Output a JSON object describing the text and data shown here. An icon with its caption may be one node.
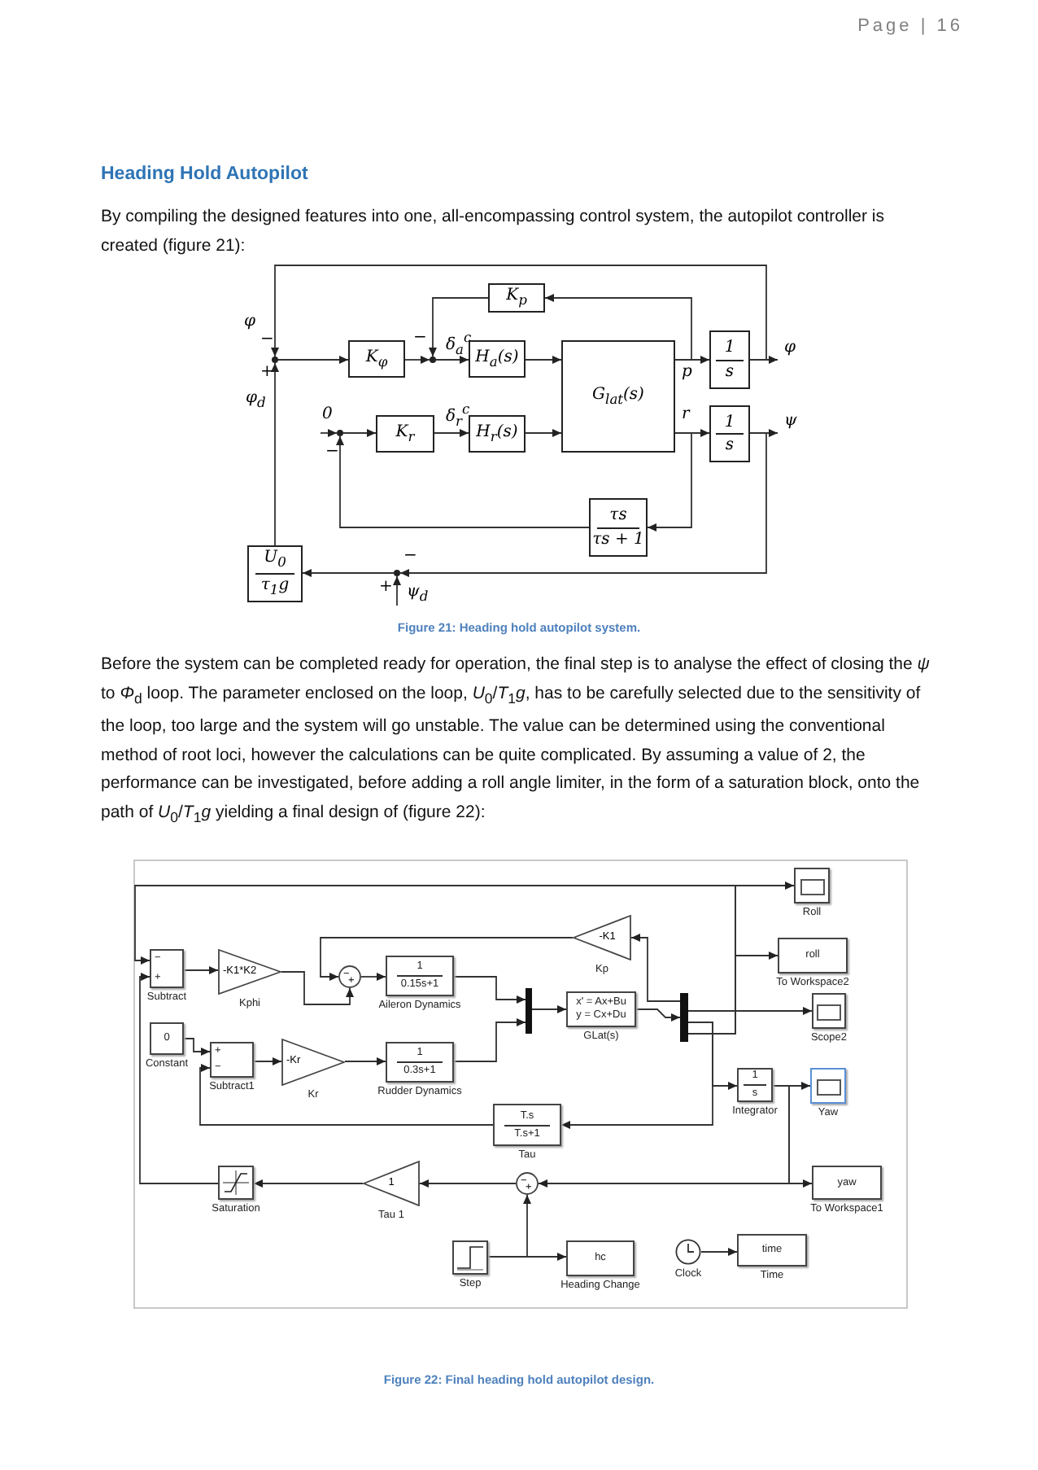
{
  "diagram": {
    "title": "Heading Hold Autopilot",
    "nodes": [
      {
        "text": [
          "K$_{p}$"
        ]
      },
      {
        "text": [],
        "shape": "dot"
      },
      {
        "text": [
          "K$_{φ}$"
        ]
      },
      {
        "text": [],
        "shape": "dot"
      },
      {
        "text": [
          "H$_{a}$(s)"
        ]
      },
      {
        "text": [
          "G$_{lat}$(s)"
        ]
      },
      {
        "text": [
          "1",
          "s"
        ]
      },
      {
        "text": [],
        "shape": "dot"
      },
      {
        "text": [
          "K$_{r}$"
        ]
      },
      {
        "text": [
          "H$_{r}$(s)"
        ]
      },
      {
        "text": [
          "1",
          "s"
        ]
      },
      {
        "text": [
          "τs",
          "τs + 1"
        ]
      },
      {
        "text": [
          "U$_{0}$",
          "τ$_{1}$g"
        ]
      },
      {
        "text": [],
        "shape": "dot"
      },
      {
        "text": [
          "−",
          "+"
        ],
        "beside": [
          "Subtract"
        ]
      },
      {
        "text": [
          "-K1*K2"
        ],
        "beside": [
          "Kphi"
        ]
      },
      {
        "text": [
          "−",
          "+"
        ]
      },
      {
        "text": [
          "1",
          "0.15s+1"
        ],
        "beside": [
          "Aileron Dynamics"
        ]
      },
      {
        "text": [
          "-K1"
        ],
        "beside": [
          "Kp"
        ]
      },
      {
        "text": [],
        "shape": "bar"
      },
      {
        "text": [
          "x' = Ax+Bu",
          "y = Cx+Du"
        ],
        "beside": [
          "GLat(s)"
        ]
      },
      {
        "text": [],
        "shape": "bar"
      },
      {
        "text": [],
        "shape": "scope",
        "beside": [
          "Roll"
        ]
      },
      {
        "text": [
          "roll"
        ],
        "beside": [
          "To Workspace2"
        ]
      },
      {
        "text": [],
        "shape": "scope",
        "beside": [
          "Scope2"
        ]
      },
      {
        "text": [
          "0"
        ],
        "beside": [
          "Constant"
        ]
      },
      {
        "text": [
          "+",
          "−"
        ],
        "beside": [
          "Subtract1"
        ]
      },
      {
        "text": [
          "-Kr"
        ],
        "beside": [
          "Kr"
        ]
      },
      {
        "text": [
          "1",
          "0.3s+1"
        ],
        "beside": [
          "Rudder Dynamics"
        ]
      },
      {
        "text": [
          "1",
          "s"
        ],
        "beside": [
          "Integrator"
        ]
      },
      {
        "text": [],
        "shape": "scope",
        "beside": [
          "Yaw"
        ]
      },
      {
        "text": [
          "T.s",
          "T.s+1"
        ],
        "beside": [
          "Tau"
        ]
      },
      {
        "text": [],
        "shape": "box",
        "beside": [
          "Saturation"
        ]
      },
      {
        "text": [
          "1"
        ],
        "beside": [
          "Tau 1"
        ]
      },
      {
        "text": [
          "−",
          "+"
        ]
      },
      {
        "text": [
          "yaw"
        ],
        "beside": [
          "To Workspace1"
        ]
      },
      {
        "text": [],
        "shape": "box",
        "beside": [
          "Step"
        ]
      },
      {
        "text": [
          "hc"
        ],
        "beside": [
          "Heading Change"
        ]
      },
      {
        "text": [],
        "shape": "circle",
        "beside": [
          "Clock"
        ]
      },
      {
        "text": [
          "time"
        ],
        "beside": [
          "Time"
        ]
      }
    ],
    "edges": [
      {
        "from": 1,
        "to": 2,
        "arrow": "to"
      },
      {
        "from": 2,
        "to": 3,
        "arrow": "to"
      },
      {
        "from": 3,
        "to": 4,
        "arrow": "to",
        "label": "δ$_{a}$$^{c}$"
      },
      {
        "from": 4,
        "to": 5,
        "arrow": "to"
      },
      {
        "from": 5,
        "to": 6,
        "arrow": "to",
        "label": "p"
      },
      {
        "from": 5,
        "to": 0,
        "arrow": "to"
      },
      {
        "from": 0,
        "to": 3,
        "arrow": "to"
      },
      {
        "from": 6,
        "to": null,
        "arrow": "to",
        "label": "φ"
      },
      {
        "from": 6,
        "to": 1,
        "arrow": "to",
        "label": "φ"
      },
      {
        "from": 12,
        "to": 1,
        "arrow": "to",
        "label": "φ$_{d}$"
      },
      {
        "from": null,
        "to": 7,
        "arrow": "to",
        "label": "0"
      },
      {
        "from": 7,
        "to": 8,
        "arrow": "to"
      },
      {
        "from": 8,
        "to": 9,
        "arrow": "to",
        "label": "δ$_{r}$$^{c}$"
      },
      {
        "from": 9,
        "to": 5,
        "arrow": "to"
      },
      {
        "from": 5,
        "to": 10,
        "arrow": "to",
        "label": "r"
      },
      {
        "from": 5,
        "to": 11,
        "arrow": "to"
      },
      {
        "from": 11,
        "to": 7,
        "arrow": "to"
      },
      {
        "from": 10,
        "to": null,
        "arrow": "to",
        "label": "ψ"
      },
      {
        "from": 10,
        "to": 13,
        "arrow": "to"
      },
      {
        "from": 13,
        "to": 12,
        "arrow": "to"
      },
      {
        "from": null,
        "to": 13,
        "arrow": "to",
        "label": "ψ$_{d}$"
      },
      {
        "from": 14,
        "to": 15,
        "arrow": "to"
      },
      {
        "from": 15,
        "to": 16,
        "arrow": "to"
      },
      {
        "from": 18,
        "to": 16,
        "arrow": "to"
      },
      {
        "from": 16,
        "to": 17,
        "arrow": "to"
      },
      {
        "from": 17,
        "to": 19,
        "arrow": "to"
      },
      {
        "from": 28,
        "to": 19,
        "arrow": "to"
      },
      {
        "from": 19,
        "to": 20,
        "arrow": "to"
      },
      {
        "from": 20,
        "to": 21,
        "arrow": "to"
      },
      {
        "from": 21,
        "to": 18,
        "arrow": "to"
      },
      {
        "from": 21,
        "to": 22,
        "arrow": "to"
      },
      {
        "from": 21,
        "to": 23,
        "arrow": "to"
      },
      {
        "from": 21,
        "to": 14,
        "arrow": "to"
      },
      {
        "from": 21,
        "to": 24,
        "arrow": "to"
      },
      {
        "from": 21,
        "to": 29,
        "arrow": "to"
      },
      {
        "from": 21,
        "to": 31,
        "arrow": "to"
      },
      {
        "from": 25,
        "to": 26,
        "arrow": "to"
      },
      {
        "from": 31,
        "to": 26,
        "arrow": "to"
      },
      {
        "from": 26,
        "to": 27,
        "arrow": "to"
      },
      {
        "from": 27,
        "to": 28,
        "arrow": "to"
      },
      {
        "from": 29,
        "to": 30,
        "arrow": "to"
      },
      {
        "from": 29,
        "to": 35,
        "arrow": "to"
      },
      {
        "from": 29,
        "to": 34,
        "arrow": "to"
      },
      {
        "from": 34,
        "to": 33,
        "arrow": "to"
      },
      {
        "from": 33,
        "to": 32,
        "arrow": "to"
      },
      {
        "from": 32,
        "to": 14,
        "arrow": "to"
      },
      {
        "from": 36,
        "to": 34,
        "arrow": "to"
      },
      {
        "from": 36,
        "to": 37,
        "arrow": "to"
      },
      {
        "from": 38,
        "to": 39,
        "arrow": "to"
      }
    ],
    "labels": [
      "Page | 16",
      "By compiling the designed features into one, all-encompassing control system, the autopilot controller is created (figure 21):",
      "−",
      "+",
      "−",
      "−",
      "−",
      "+",
      "Figure 21: Heading hold autopilot system.",
      "Before the system can be completed ready for operation, the final step is to analyse the effect of closing the *ψ* to *Φ*$_{d}$ loop. The parameter enclosed on the loop, *U*$_{0}$/*T*$_{1}$*g*, has to be carefully selected due to the sensitivity of the loop, too large and the system will go unstable. The value can be determined using the conventional method of root loci, however the calculations can be quite complicated. By assuming a value of 2, the performance can be investigated, before adding a roll angle limiter, in the form of a saturation block, onto the path of *U*$_{0}$/*T*$_{1}$*g* yielding a final design of (figure 22):",
      "Figure 22: Final heading hold autopilot design."
    ]
  }
}
